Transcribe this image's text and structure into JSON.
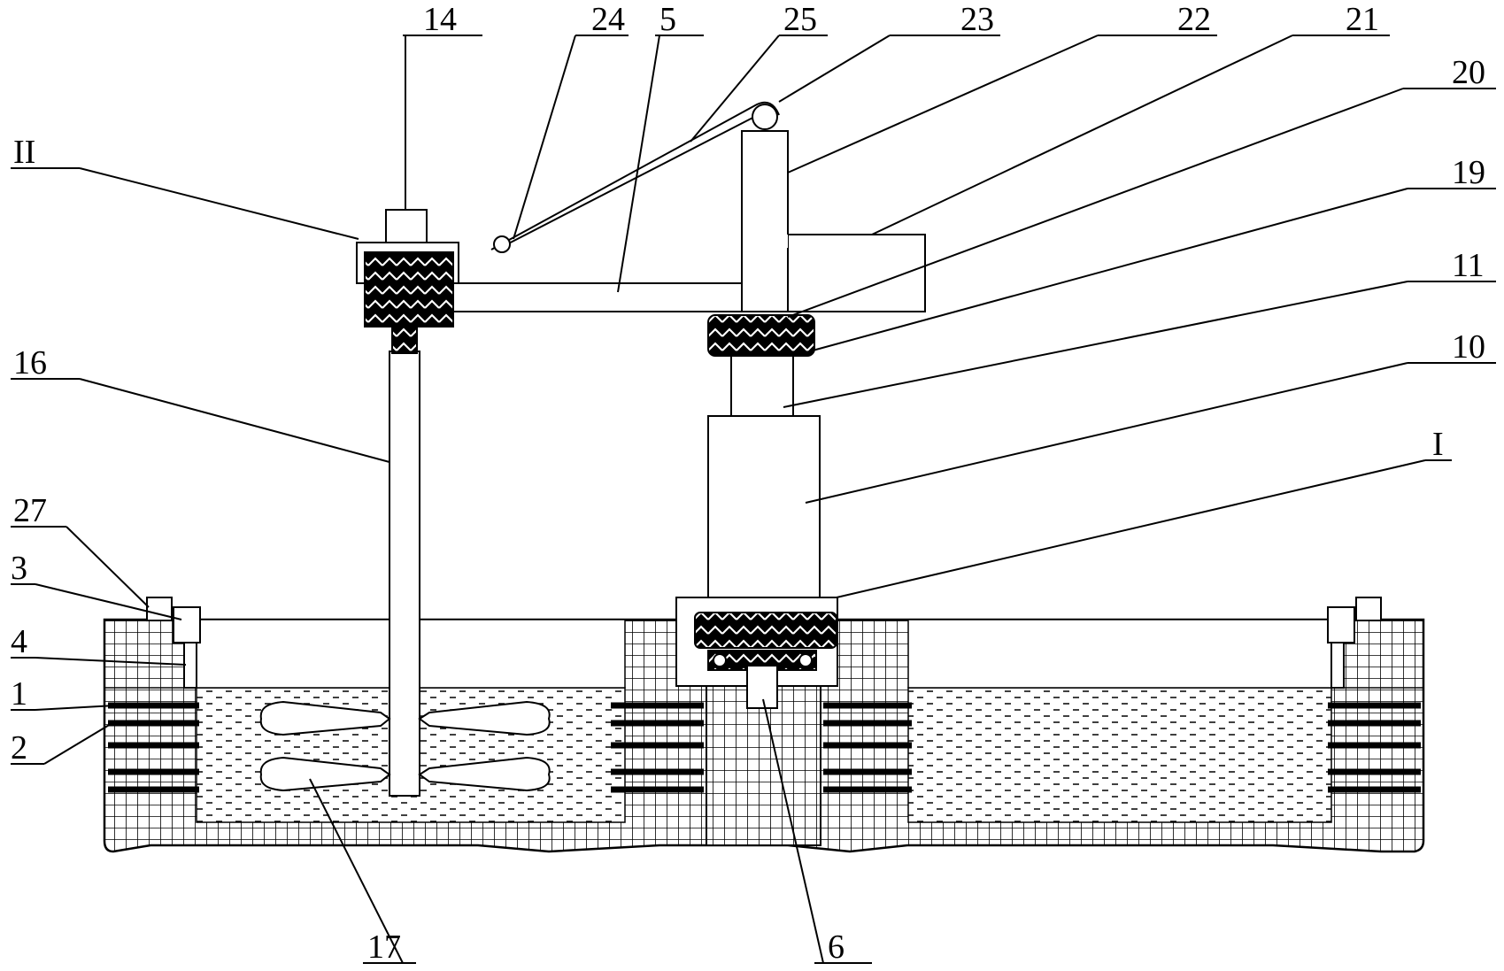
{
  "diagram": {
    "labels": [
      {
        "id": "l14",
        "text": "14"
      },
      {
        "id": "l24",
        "text": "24"
      },
      {
        "id": "l5",
        "text": "5"
      },
      {
        "id": "l25",
        "text": "25"
      },
      {
        "id": "l23",
        "text": "23"
      },
      {
        "id": "l22",
        "text": "22"
      },
      {
        "id": "l21",
        "text": "21"
      },
      {
        "id": "l20",
        "text": "20"
      },
      {
        "id": "l19",
        "text": "19"
      },
      {
        "id": "lII",
        "text": "II"
      },
      {
        "id": "l11",
        "text": "11"
      },
      {
        "id": "l10",
        "text": "10"
      },
      {
        "id": "lI",
        "text": "I"
      },
      {
        "id": "l16",
        "text": "16"
      },
      {
        "id": "l27",
        "text": "27"
      },
      {
        "id": "l3",
        "text": "3"
      },
      {
        "id": "l4",
        "text": "4"
      },
      {
        "id": "l1",
        "text": "1"
      },
      {
        "id": "l2",
        "text": "2"
      },
      {
        "id": "l17",
        "text": "17"
      },
      {
        "id": "l6",
        "text": "6"
      }
    ]
  }
}
